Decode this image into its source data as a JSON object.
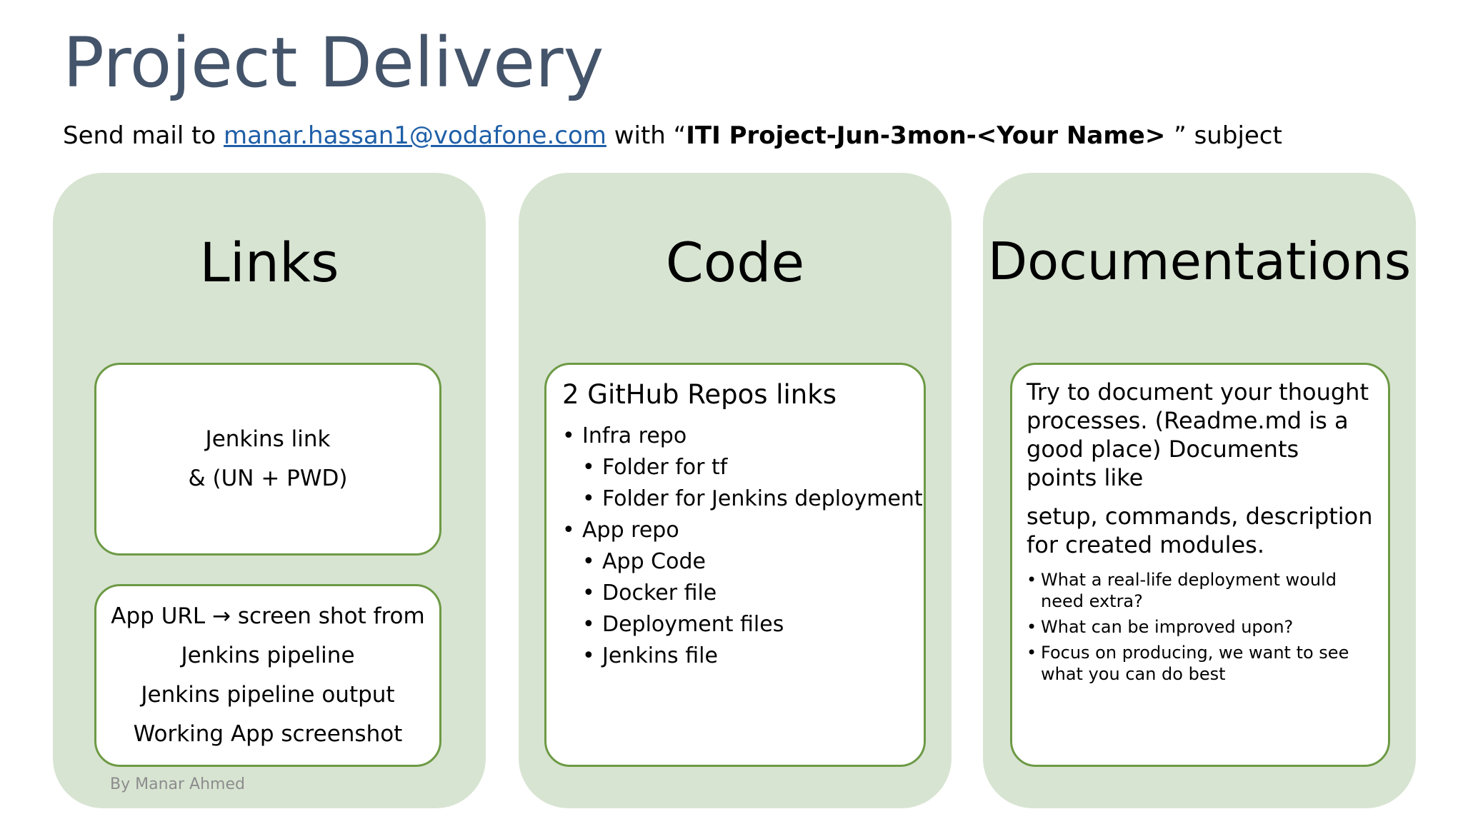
{
  "slide": {
    "title": "Project Delivery",
    "instruction_prefix": "Send mail to ",
    "email": "manar.hassan1@vodafone.com",
    "instruction_middle": " with “",
    "subject_text": "ITI Project-Jun-3mon-<Your Name> ",
    "instruction_suffix": "” subject"
  },
  "columns": {
    "links": {
      "heading": "Links",
      "box1_lines": [
        "Jenkins link",
        "& (UN + PWD)"
      ],
      "box2_lines": [
        "App URL → screen shot from",
        "Jenkins pipeline",
        "Jenkins pipeline output",
        "Working App screenshot"
      ],
      "author": "By Manar Ahmed"
    },
    "code": {
      "heading": "Code",
      "box_title": "2 GitHub Repos links",
      "items": [
        {
          "label": "Infra repo",
          "level": 1
        },
        {
          "label": "Folder for tf",
          "level": 2
        },
        {
          "label": "Folder for Jenkins deployment",
          "level": 2
        },
        {
          "label": "App repo",
          "level": 1
        },
        {
          "label": "App Code",
          "level": 2
        },
        {
          "label": "Docker file",
          "level": 2
        },
        {
          "label": "Deployment files",
          "level": 2
        },
        {
          "label": "Jenkins file",
          "level": 2
        }
      ]
    },
    "docs": {
      "heading": "Documentations",
      "para1": "Try to document your thought processes. (Readme.md is a good place) Documents points like",
      "para2": "setup, commands, description for created modules.",
      "bullets": [
        "What a real-life deployment  would need extra?",
        "What can be improved upon?",
        "Focus on producing, we want to see what you can do best"
      ]
    }
  },
  "colors": {
    "title": "#44546a",
    "link": "#1f5fa8",
    "column_bg": "#d8e4d2",
    "box_border": "#6d9a45",
    "author": "#8c8c8c"
  }
}
